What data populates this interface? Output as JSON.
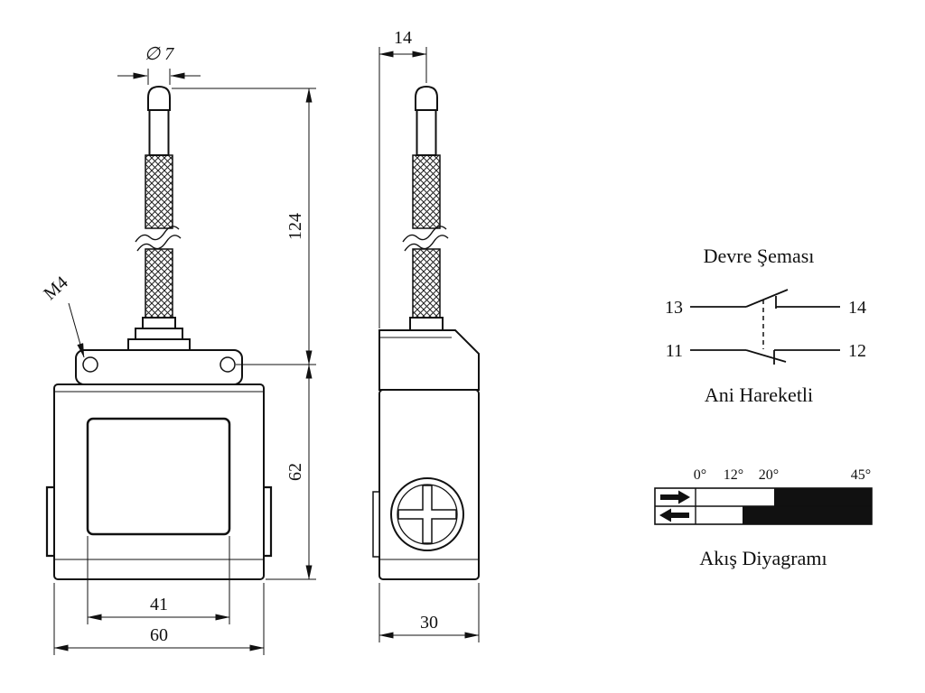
{
  "drawing": {
    "front_view": {
      "dim_tip_diameter": "∅ 7",
      "dim_rod_length": "124",
      "dim_body_height": "62",
      "dim_inner_width": "41",
      "dim_outer_width": "60",
      "thread_label": "M4"
    },
    "side_view": {
      "dim_actuator_offset": "14",
      "dim_body_depth": "30"
    },
    "circuit_diagram": {
      "title": "Devre Şeması",
      "contact_no": {
        "left_terminal": "13",
        "right_terminal": "14"
      },
      "contact_nc": {
        "left_terminal": "11",
        "right_terminal": "12"
      },
      "caption": "Ani Hareketli"
    },
    "travel_diagram": {
      "caption": "Akış Diyagramı",
      "angle_labels": [
        "0°",
        "12°",
        "20°",
        "45°"
      ],
      "rows": [
        {
          "direction": "forward",
          "arrow": "→",
          "closed_from": "20°",
          "closed_to": "45°"
        },
        {
          "direction": "return",
          "arrow": "←",
          "closed_from": "12°",
          "closed_to": "45°"
        }
      ]
    },
    "colors": {
      "ink": "#111111",
      "background": "#ffffff"
    }
  }
}
